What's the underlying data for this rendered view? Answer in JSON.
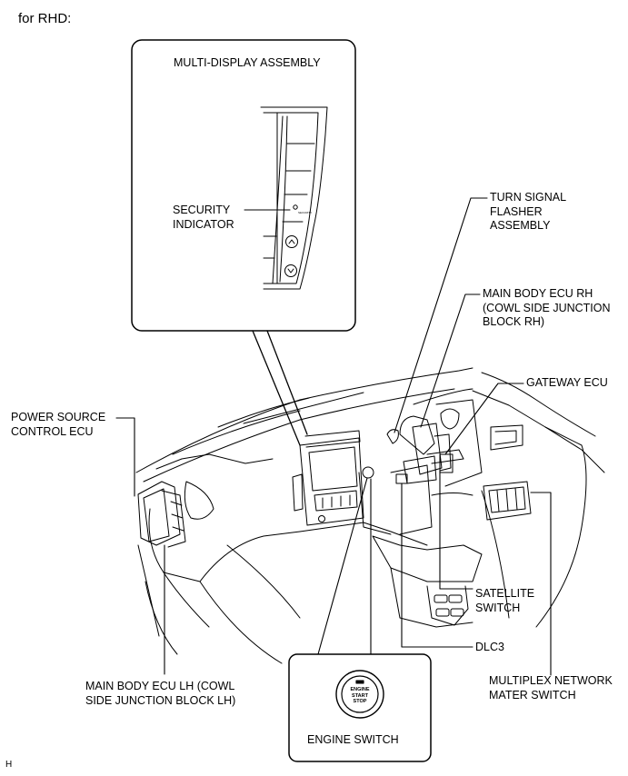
{
  "header": "for RHD:",
  "labels": {
    "multi_display": "MULTI-DISPLAY ASSEMBLY",
    "security_indicator": "SECURITY\nINDICATOR",
    "turn_signal": "TURN SIGNAL\nFLASHER\nASSEMBLY",
    "main_body_ecu_rh": "MAIN BODY ECU RH\n(COWL SIDE JUNCTION\nBLOCK RH)",
    "gateway_ecu": "GATEWAY ECU",
    "power_source": "POWER SOURCE\nCONTROL ECU",
    "satellite_switch": "SATELLITE\nSWITCH",
    "dlc3": "DLC3",
    "main_body_ecu_lh": "MAIN BODY ECU LH (COWL\nSIDE JUNCTION BLOCK LH)",
    "multiplex": "MULTIPLEX NETWORK\nMATER SWITCH",
    "engine_switch": "ENGINE SWITCH",
    "button_text": [
      "ENGINE",
      "START",
      "STOP"
    ],
    "security_tiny": "SECURITY"
  },
  "footer_mark": "H"
}
